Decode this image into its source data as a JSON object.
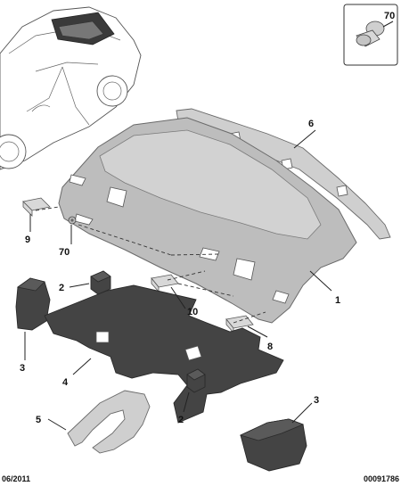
{
  "diagram": {
    "callouts": {
      "c1": "1",
      "c2a": "2",
      "c2b": "2",
      "c3a": "3",
      "c3b": "3",
      "c4": "4",
      "c5": "5",
      "c6": "6",
      "c70a": "70",
      "c70b": "70",
      "c8": "8",
      "c9": "9",
      "c10": "10"
    },
    "footer": {
      "date": "06/2011",
      "reference": "00091786"
    }
  }
}
